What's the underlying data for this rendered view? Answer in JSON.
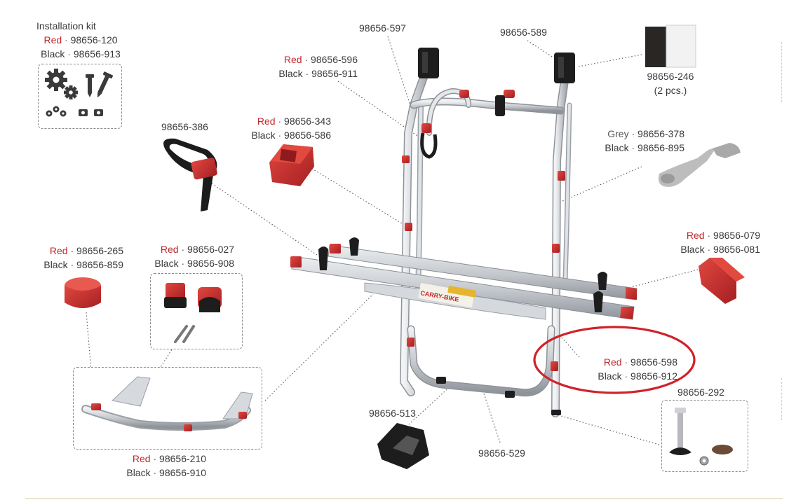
{
  "colors": {
    "accent_red": "#c0282c",
    "highlight_ring": "#d0222a",
    "frame_metal": "#d4d6da",
    "part_black": "#1d1d1d",
    "part_grey": "#bdbdbd",
    "leader_line": "#555555"
  },
  "parts": {
    "installation_kit": {
      "title": "Installation kit",
      "red_word": "Red",
      "red_code": "98656-120",
      "black_word": "Black",
      "black_code": "98656-913"
    },
    "p597": {
      "code": "98656-597"
    },
    "p589": {
      "code": "98656-589"
    },
    "p246": {
      "code": "98656-246",
      "qty": "(2 pcs.)"
    },
    "p596": {
      "red_word": "Red",
      "red_code": "98656-596",
      "black_word": "Black",
      "black_code": "98656-911"
    },
    "p386": {
      "code": "98656-386"
    },
    "p343": {
      "red_word": "Red",
      "red_code": "98656-343",
      "black_word": "Black",
      "black_code": "98656-586"
    },
    "p378": {
      "grey_word": "Grey",
      "grey_code": "98656-378",
      "black_word": "Black",
      "black_code": "98656-895"
    },
    "p079": {
      "red_word": "Red",
      "red_code": "98656-079",
      "black_word": "Black",
      "black_code": "98656-081"
    },
    "p265": {
      "red_word": "Red",
      "red_code": "98656-265",
      "black_word": "Black",
      "black_code": "98656-859"
    },
    "p027": {
      "red_word": "Red",
      "red_code": "98656-027",
      "black_word": "Black",
      "black_code": "98656-908"
    },
    "p598": {
      "red_word": "Red",
      "red_code": "98656-598",
      "black_word": "Black",
      "black_code": "98656-912"
    },
    "p292": {
      "code": "98656-292"
    },
    "p513": {
      "code": "98656-513"
    },
    "p529": {
      "code": "98656-529"
    },
    "p210": {
      "red_word": "Red",
      "red_code": "98656-210",
      "black_word": "Black",
      "black_code": "98656-910"
    }
  },
  "rail_branding": "CARRY-BIKE"
}
